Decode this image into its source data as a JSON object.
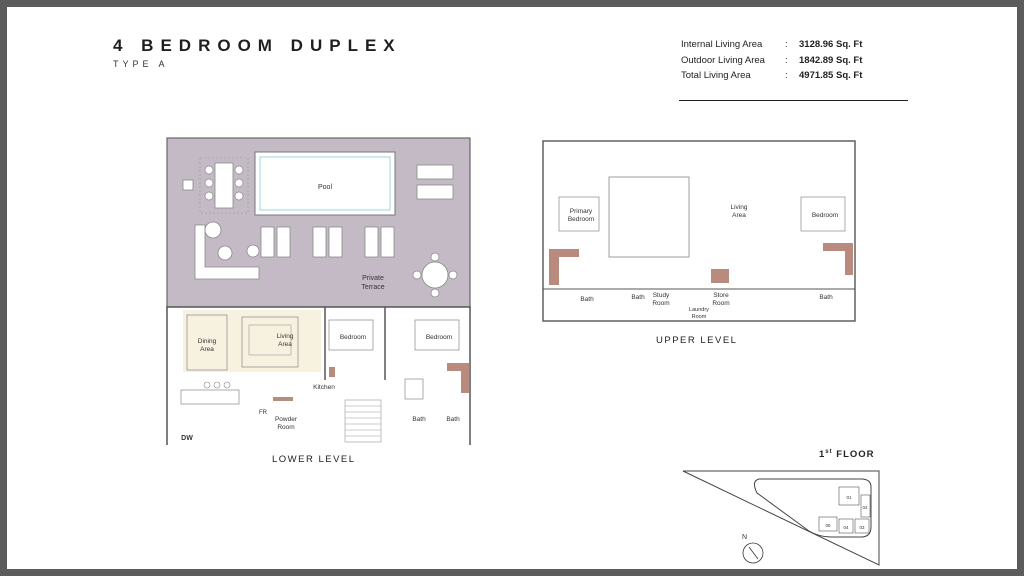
{
  "header": {
    "title": "4 BEDROOM DUPLEX",
    "subtitle": "TYPE A"
  },
  "areas": [
    {
      "label": "Internal Living Area",
      "sep": ":",
      "value": "3128.96 Sq. Ft"
    },
    {
      "label": "Outdoor Living Area",
      "sep": ":",
      "value": "1842.89 Sq. Ft"
    },
    {
      "label": "Total Living Area",
      "sep": ":",
      "value": "4971.85 Sq. Ft"
    }
  ],
  "lower": {
    "caption": "LOWER LEVEL",
    "rooms": {
      "pool": "Pool",
      "terrace_1": "Private",
      "terrace_2": "Terrace",
      "dining_1": "Dining",
      "dining_2": "Area",
      "living_1": "Living",
      "living_2": "Area",
      "bedroom_a": "Bedroom",
      "bedroom_b": "Bedroom",
      "kitchen": "Kitchen",
      "fr": "FR",
      "powder_1": "Powder",
      "powder_2": "Room",
      "dw": "DW",
      "bath_a": "Bath",
      "bath_b": "Bath"
    }
  },
  "upper": {
    "caption": "UPPER LEVEL",
    "rooms": {
      "primary_1": "Primary",
      "primary_2": "Bedroom",
      "bath_a": "Bath",
      "bath_b": "Bath",
      "study_1": "Study",
      "study_2": "Room",
      "store_1": "Store",
      "store_2": "Room",
      "laundry_1": "Laundry",
      "laundry_2": "Room",
      "living_1": "Living",
      "living_2": "Area",
      "bedroom": "Bedroom",
      "bath_c": "Bath"
    }
  },
  "keyplan": {
    "floor_num": "1",
    "floor_sup": "st",
    "floor_word": "FLOOR",
    "north": "N",
    "units": [
      "01",
      "02",
      "03",
      "04",
      "05"
    ]
  },
  "colors": {
    "terrace": "#c4bac6",
    "accent": "#b98a7e",
    "wall": "#555555",
    "highlight": "#f1e8c6"
  }
}
